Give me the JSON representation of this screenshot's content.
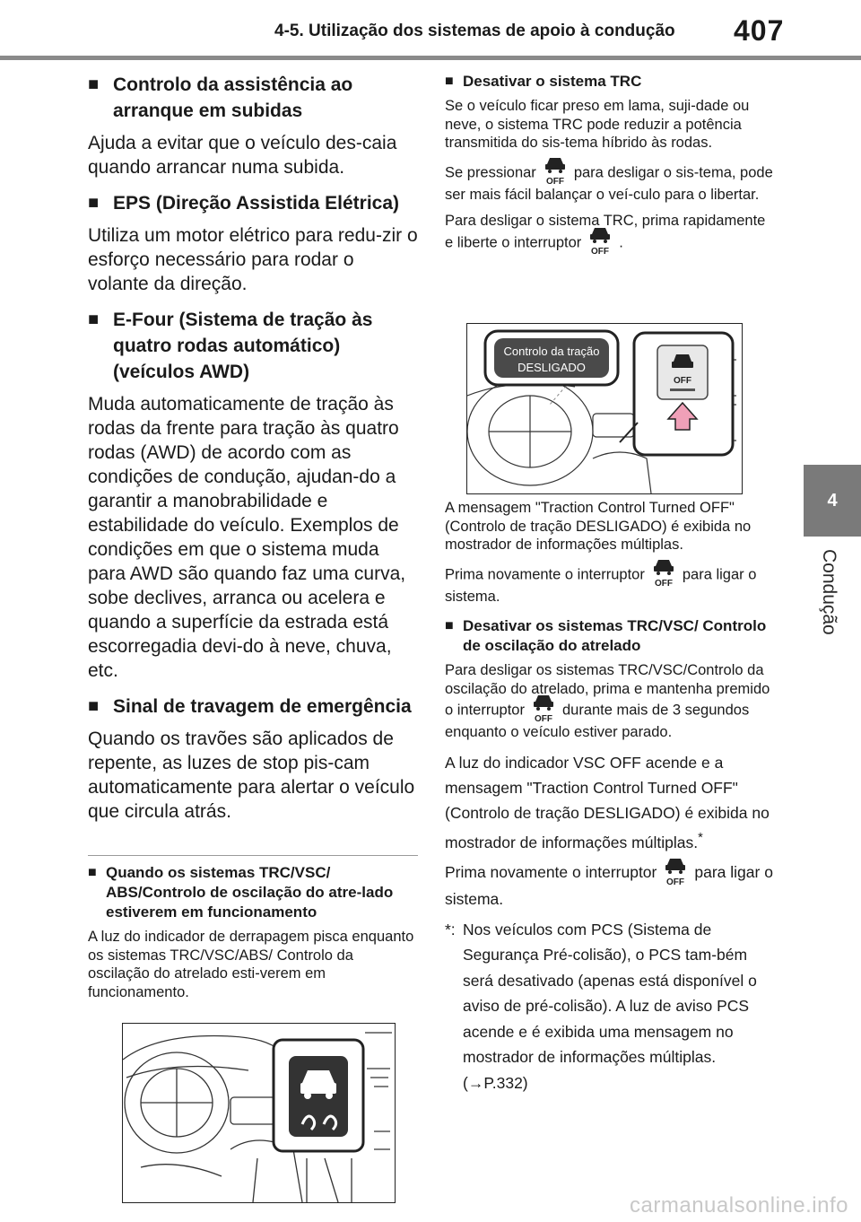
{
  "header": {
    "section_title": "4-5. Utilização dos sistemas de apoio à condução",
    "page_number": "407"
  },
  "side_tab": {
    "chapter_number": "4",
    "chapter_label": "Condução"
  },
  "bullet_glyph": "■",
  "left": {
    "s1_heading": "Controlo da assistência ao arranque em subidas",
    "s1_text": "Ajuda a evitar que o veículo des-caia quando arrancar numa subida.",
    "s2_heading": "EPS (Direção Assistida Elétrica)",
    "s2_text": "Utiliza um motor elétrico para redu-zir o esforço necessário para rodar o volante da direção.",
    "s3_heading": "E-Four (Sistema de tração às quatro rodas automático) (veículos AWD)",
    "s3_text": "Muda automaticamente de tração às rodas da frente para tração às quatro rodas (AWD) de acordo com as condições de condução, ajudan-do a garantir a manobrabilidade e estabilidade do veículo. Exemplos de condições em que o sistema muda para AWD são quando faz uma curva, sobe declives, arranca ou acelera e quando a superfície da estrada está escorregadia devi-do à neve, chuva, etc.",
    "s4_heading": "Sinal de travagem de emergência",
    "s4_text": "Quando os travões são aplicados de repente, as luzes de stop pis-cam automaticamente para alertar o veículo que circula atrás.",
    "s5_heading": "Quando os sistemas TRC/VSC/ ABS/Controlo de oscilação do atre-lado estiverem em funcionamento",
    "s5_text": "A luz do indicador de derrapagem pisca enquanto os sistemas TRC/VSC/ABS/ Controlo da oscilação do atrelado esti-verem em funcionamento."
  },
  "right": {
    "s1_heading": "Desativar o sistema TRC",
    "s1_p1": "Se o veículo ficar preso em lama, suji-dade ou neve, o sistema TRC pode reduzir a potência transmitida do sis-tema híbrido às rodas.",
    "s1_p2a": "Se pressionar",
    "s1_p2b": "para desligar o sis-tema, pode ser mais fácil balançar o veí-culo para o libertar.",
    "s1_p3a": "Para desligar o sistema TRC, prima rapidamente e liberte o interruptor",
    "s1_p3b": ".",
    "fig_callout_line1": "Controlo da tração",
    "fig_callout_line2": "DESLIGADO",
    "fig_button_label": "OFF",
    "s1_p4": "A mensagem \"Traction Control Turned OFF\" (Controlo de tração DESLIGADO) é exibida no mostrador de informações múltiplas.",
    "s1_p5a": "Prima novamente o interruptor",
    "s1_p5b": "para ligar o sistema.",
    "s2_heading": "Desativar os sistemas TRC/VSC/ Controlo de oscilação do atrelado",
    "s2_p1a": "Para desligar os sistemas TRC/VSC/Controlo da oscilação do atrelado, prima e mantenha premido o interruptor",
    "s2_p1b": "durante mais de 3 segundos enquanto o veículo estiver parado.",
    "s2_p2": "A luz do indicador VSC OFF acende e a mensagem \"Traction Control Turned OFF\" (Controlo de tração DESLIGADO) é exibida no mostrador de informações múltiplas.",
    "s2_p2_mark": "*",
    "s2_p3a": "Prima novamente o interruptor",
    "s2_p3b": "para ligar o sistema.",
    "footnote_mark": "*:",
    "footnote": "Nos veículos com PCS (Sistema de Segurança Pré-colisão), o PCS tam-bém será desativado (apenas está disponível o aviso de pré-colisão). A luz de aviso PCS acende e é exibida uma mensagem no mostrador de informações múltiplas. (→P.332)"
  },
  "icon_label": "OFF",
  "watermark": "carmanualsonline.info"
}
